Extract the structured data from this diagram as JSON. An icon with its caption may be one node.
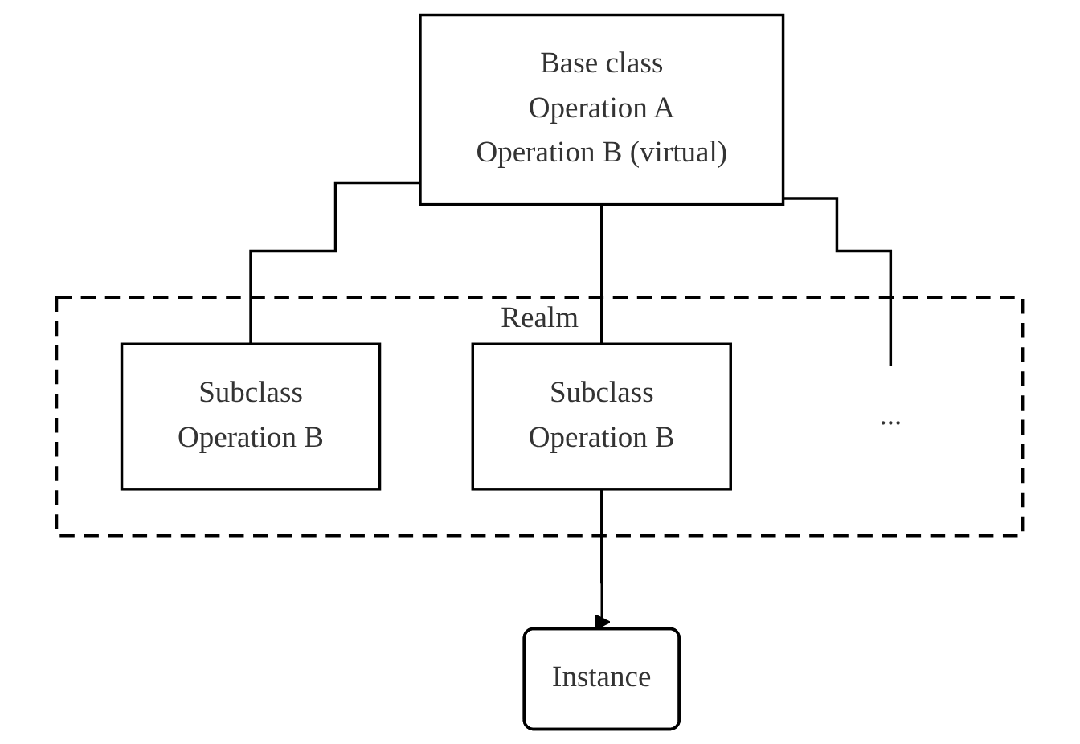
{
  "diagram": {
    "nodes": [
      {
        "text": [
          "Base class",
          "Operation A",
          "Operation B (virtual)"
        ]
      },
      {
        "text": [
          "Realm"
        ]
      },
      {
        "text": [
          "Subclass",
          "Operation B"
        ],
        "in": 1
      },
      {
        "text": [
          "Subclass",
          "Operation B"
        ],
        "in": 1
      },
      {
        "text": [
          "..."
        ],
        "in": 1
      },
      {
        "text": [
          "Instance"
        ]
      }
    ],
    "edges": [
      {
        "from": 0,
        "to": 2,
        "arrow": "none"
      },
      {
        "from": 0,
        "to": 3,
        "arrow": "none"
      },
      {
        "from": 0,
        "to": 4,
        "arrow": "none"
      },
      {
        "from": 3,
        "to": 5,
        "arrow": "to"
      }
    ]
  }
}
